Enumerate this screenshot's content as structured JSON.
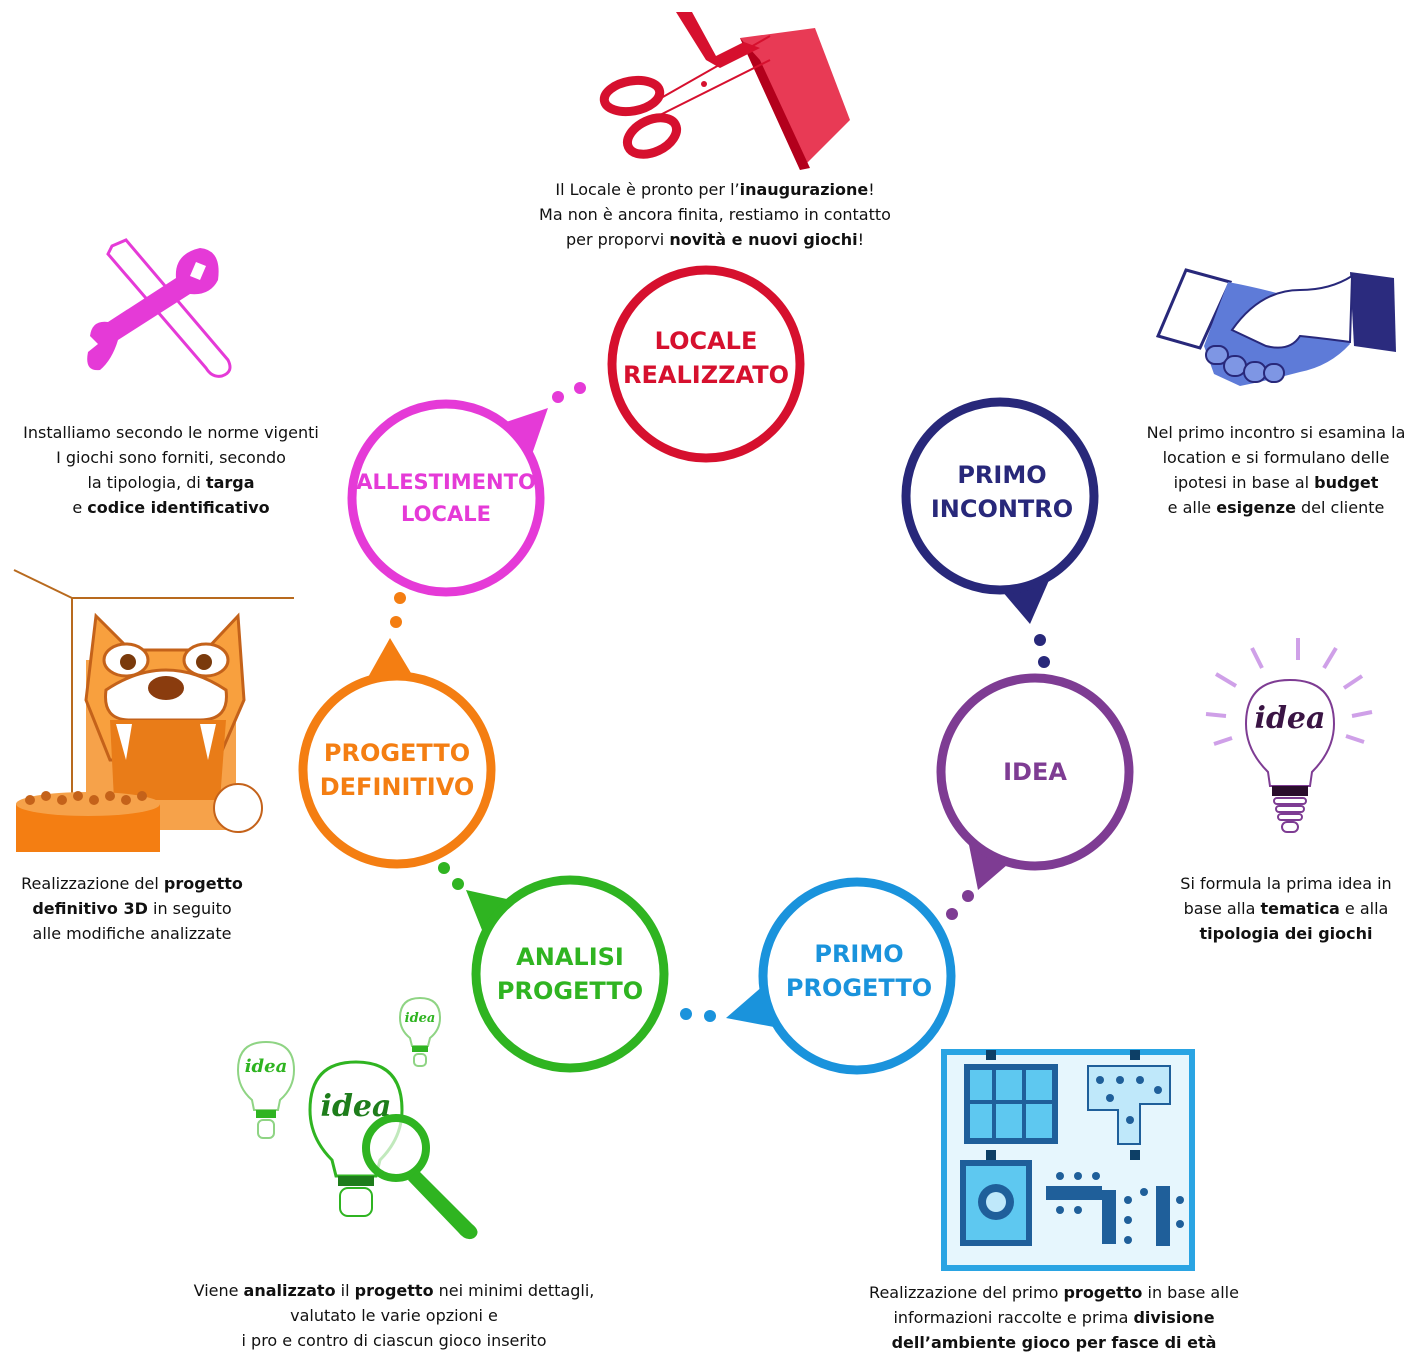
{
  "colors": {
    "locale": "#d6102e",
    "allestimento": "#e53ad7",
    "definitivo": "#f47e12",
    "analisi": "#2fb421",
    "primo_progetto": "#1a93dc",
    "idea": "#7e3c93",
    "primo_incontro": "#28287a"
  },
  "steps": {
    "locale": {
      "line1": "LOCALE",
      "line2": "REALIZZATO"
    },
    "allestimento": {
      "line1": "ALLESTIMENTO",
      "line2": "LOCALE"
    },
    "definitivo": {
      "line1": "PROGETTO",
      "line2": "DEFINITIVO"
    },
    "analisi": {
      "line1": "ANALISI",
      "line2": "PROGETTO"
    },
    "primo_progetto": {
      "line1": "PRIMO",
      "line2": "PROGETTO"
    },
    "idea": {
      "line1": "IDEA"
    },
    "primo_incontro": {
      "line1": "PRIMO",
      "line2": "INCONTRO"
    }
  },
  "descriptions": {
    "locale": {
      "l1a": "Il Locale è pronto per l’",
      "l1b": "inaugurazione",
      "l1c": "!",
      "l2": "Ma non è ancora finita, restiamo in contatto",
      "l3a": "per proporvi ",
      "l3b": "novità e nuovi giochi",
      "l3c": "!"
    },
    "allestimento": {
      "l1": "Installiamo secondo le norme vigenti",
      "l2": "I giochi sono forniti, secondo",
      "l3a": "la tipologia, di ",
      "l3b": "targa",
      "l4a": "e ",
      "l4b": "codice identificativo"
    },
    "definitivo": {
      "l1a": "Realizzazione del ",
      "l1b": "progetto",
      "l2a": "definitivo 3D",
      "l2b": " in seguito",
      "l3": "alle modifiche analizzate"
    },
    "analisi": {
      "l1a": "Viene ",
      "l1b": "analizzato",
      "l1c": " il ",
      "l1d": "progetto",
      "l1e": " nei minimi dettagli,",
      "l2": "valutato le varie opzioni e",
      "l3": "i pro e contro di ciascun gioco inserito"
    },
    "primo_progetto": {
      "l1a": "Realizzazione del primo ",
      "l1b": "progetto",
      "l1c": " in base alle",
      "l2a": "informazioni raccolte e prima ",
      "l2b": "divisione",
      "l3": "dell’ambiente gioco per fasce di età"
    },
    "idea": {
      "l1": "Si formula la prima idea in",
      "l2a": "base alla ",
      "l2b": "tematica",
      "l2c": " e alla",
      "l3": "tipologia dei giochi"
    },
    "primo_incontro": {
      "l1": "Nel primo incontro si esamina la",
      "l2": "location e si formulano delle",
      "l3a": "ipotesi in base al ",
      "l3b": "budget",
      "l4a": "e alle ",
      "l4b": "esigenze",
      "l4c": " del cliente"
    }
  },
  "illustrations": {
    "idea_word": "idea",
    "scissors": "scissors-icon",
    "tools": "wrench-screwdriver-icon",
    "handshake": "handshake-icon",
    "bulb": "lightbulb-icon",
    "floorplan": "floor-plan-icon",
    "magnifier": "magnifier-icon",
    "game": "animal-game-icon"
  }
}
